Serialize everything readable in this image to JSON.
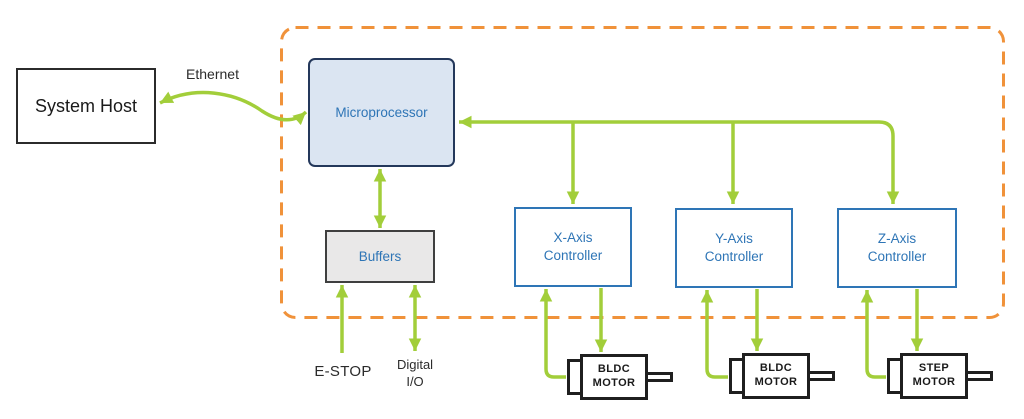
{
  "diagram": {
    "description": "Motion control system block diagram"
  },
  "nodes": {
    "system_host": {
      "label": "System Host"
    },
    "microprocessor": {
      "label": "Microprocessor"
    },
    "buffers": {
      "label": "Buffers"
    },
    "x_controller": {
      "line1": "X-Axis",
      "line2": "Controller"
    },
    "y_controller": {
      "line1": "Y-Axis",
      "line2": "Controller"
    },
    "z_controller": {
      "line1": "Z-Axis",
      "line2": "Controller"
    },
    "motor_x": {
      "line1": "BLDC",
      "line2": "MOTOR"
    },
    "motor_y": {
      "line1": "BLDC",
      "line2": "MOTOR"
    },
    "motor_z": {
      "line1": "STEP",
      "line2": "MOTOR"
    }
  },
  "labels": {
    "ethernet": "Ethernet",
    "estop": "E-STOP",
    "digital_io_line1": "Digital",
    "digital_io_line2": "I/O"
  },
  "colors": {
    "arrow_green": "#a2ce3a",
    "boundary_orange": "#f0923a",
    "node_text_blue": "#2e75b6",
    "controller_border_blue": "#2e75b6",
    "microprocessor_fill": "#dbe5f2",
    "microprocessor_border": "#24385b",
    "buffers_fill": "#e9e8e8",
    "buffers_border": "#3f3f3f",
    "motor_border": "#1f1f1f",
    "host_border": "#2b2b2b"
  }
}
